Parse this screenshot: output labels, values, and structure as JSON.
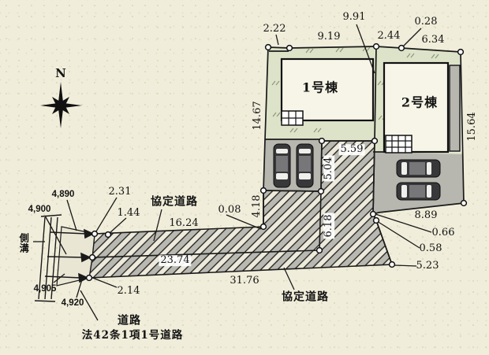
{
  "compass": {
    "north_label": "N"
  },
  "buildings": {
    "b1_label": "1号棟",
    "b2_label": "2号棟"
  },
  "roads": {
    "agreement_road_top": "協定道路",
    "agreement_road_bottom": "協定道路",
    "road": "道路",
    "road_law": "法42条1項1号道路",
    "side_ditch": "側溝"
  },
  "dims": {
    "d2_22": "2.22",
    "d9_19": "9.19",
    "d9_91": "9.91",
    "d2_44": "2.44",
    "d0_28": "0.28",
    "d6_34": "6.34",
    "d14_67": "14.67",
    "d15_64": "15.64",
    "d5_59": "5.59",
    "d5_04": "5.04",
    "d4_18": "4.18",
    "d0_08": "0.08",
    "d6_18": "6.18",
    "d16_24": "16.24",
    "d2_31": "2.31",
    "d1_44": "1.44",
    "d23_74": "23.74",
    "d31_76": "31.76",
    "d8_89": "8.89",
    "d0_66": "0.66",
    "d0_58": "0.58",
    "d5_23": "5.23",
    "d2_14": "2.14"
  },
  "elevations": {
    "e4890": "4,890",
    "e4900": "4,900",
    "e4905": "4,905",
    "e4920": "4,920"
  },
  "colors": {
    "paper": "#f0edda",
    "lot_green": "#dce3c8",
    "parking_gray": "#b7b7af",
    "building_fill": "#f7f5e8",
    "hatch_stripe": "#b9b9b1",
    "line": "#1a1a1a"
  }
}
